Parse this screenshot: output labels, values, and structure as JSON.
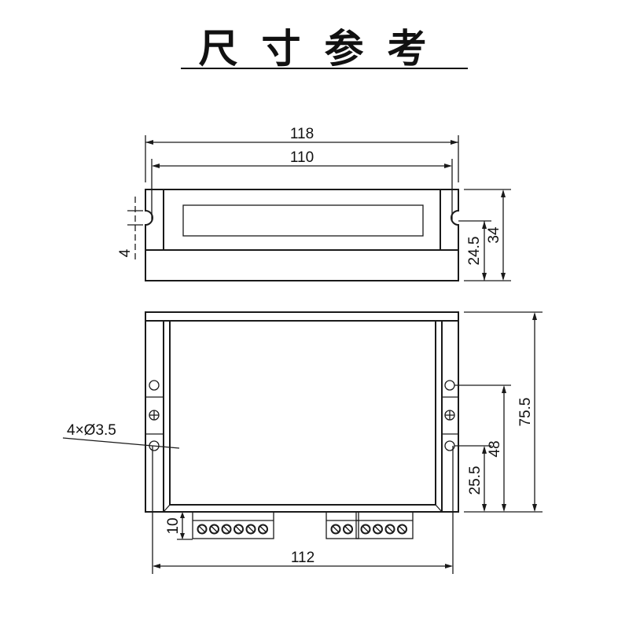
{
  "title": "尺寸参考",
  "top_view": {
    "overall_width": "118",
    "mount_spacing": "110",
    "slot_width": "4",
    "height_to_slot": "24.5",
    "overall_height": "34"
  },
  "front_view": {
    "overall_depth": "75.5",
    "upper_hole_height": "48",
    "lower_hole_height": "25.5",
    "hole_spec": "4×Ø3.5",
    "terminal_height": "10",
    "hole_spacing": "112",
    "terminal_blocks": [
      {
        "screws": 6
      },
      {
        "screws": 2
      },
      {
        "screws": 4
      }
    ]
  },
  "colors": {
    "line": "#1a1a1a",
    "background": "#ffffff"
  }
}
